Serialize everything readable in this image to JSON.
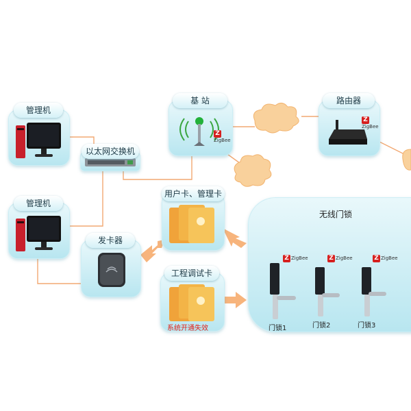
{
  "labels": {
    "admin_pc_1": "管理机",
    "admin_pc_2": "管理机",
    "ethernet_switch": "以太网交换机",
    "base_station": "基 站",
    "router": "路由器",
    "card_issuer": "发卡器",
    "user_cards": "用户卡、管理卡",
    "engineering_card": "工程调试卡",
    "engineering_note": "系统开通失效",
    "wireless_locks": "无线门锁",
    "lock_1": "门锁1",
    "lock_2": "门锁2",
    "lock_3": "门锁3",
    "zigbee": "ZigBee",
    "zigbee_logo": "Z"
  },
  "colors": {
    "box_bg": "#bfe8f1",
    "connector": "#f2a872",
    "arrow": "#f7b47c",
    "note_red": "#e2231a",
    "cloud": "#f9d19c",
    "card_orange": "#f0a33a"
  }
}
